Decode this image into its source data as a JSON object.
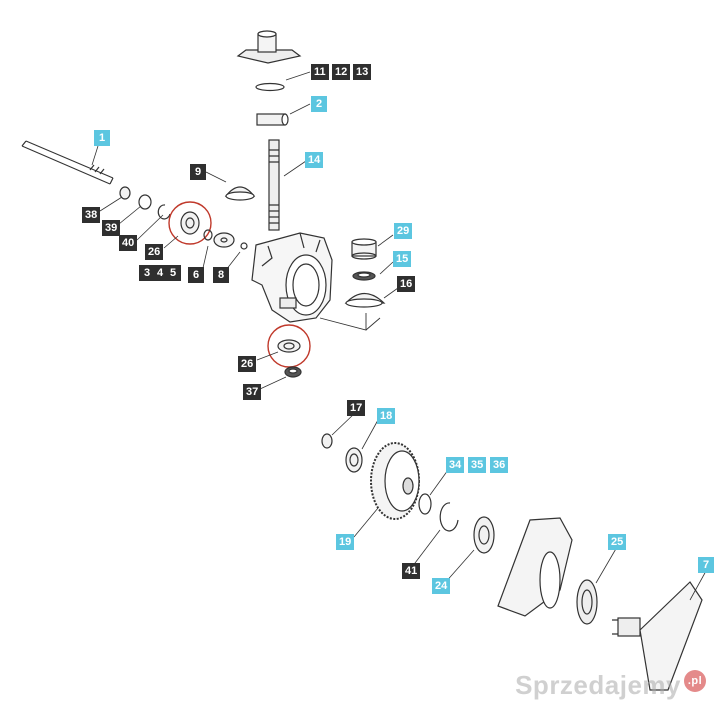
{
  "callouts": {
    "c1": "1",
    "c2": "2",
    "c3": "3",
    "c4": "4",
    "c5": "5",
    "c6": "6",
    "c7": "7",
    "c8": "8",
    "c9": "9",
    "c11": "11",
    "c12": "12",
    "c13": "13",
    "c14": "14",
    "c15": "15",
    "c16": "16",
    "c17": "17",
    "c18": "18",
    "c19": "19",
    "c24": "24",
    "c25": "25",
    "c26a": "26",
    "c26b": "26",
    "c29": "29",
    "c34": "34",
    "c35": "35",
    "c36": "36",
    "c37": "37",
    "c38": "38",
    "c39": "39",
    "c40": "40",
    "c41": "41"
  },
  "watermark": {
    "text": "Sprzedajemy",
    "suffix": ".pl"
  },
  "colors": {
    "dark_tag": "#2f2f2f",
    "cyan_tag": "#5cc6e0",
    "highlight_circle": "#c0392b",
    "line": "#333333"
  }
}
